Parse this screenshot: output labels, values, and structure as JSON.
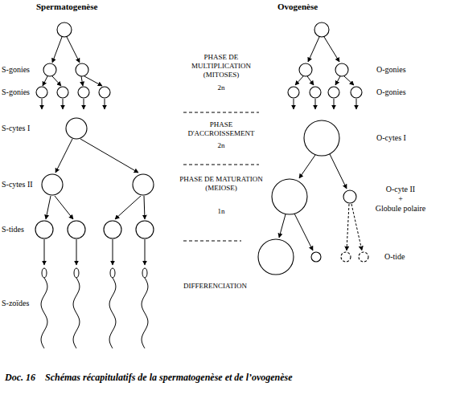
{
  "diagram": {
    "caption": "Doc. 16    Schémas récapitulatifs de la spermatogenèse et de l’ovogenèse",
    "labels": [
      "Spermatogenèse",
      "Ovogenèse",
      "S-gonies",
      "PHASE DE MULTIPLICATION (MITOSES)",
      "O-gonies",
      "S-gonies",
      "2n",
      "O-gonies",
      "PHASE D'ACCROISSEMENT",
      "S-cytes I",
      "O-cytes I",
      "2n",
      "S-cytes II",
      "PHASE DE MATURATION (MEIOSE)",
      "O-cyte II",
      "+",
      "Globule polaire",
      "S-tides",
      "1n",
      "O-tide",
      "S-zoïdes",
      "DIFFERENCIATION"
    ]
  }
}
